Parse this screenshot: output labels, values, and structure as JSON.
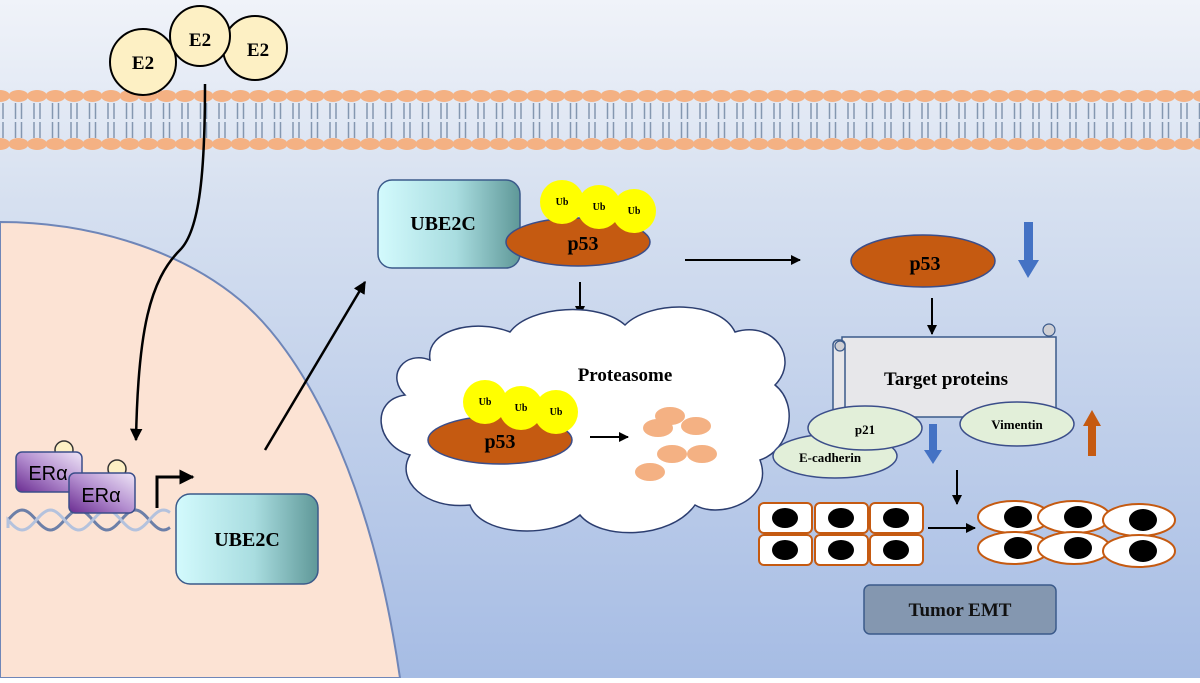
{
  "diagram": {
    "ligands": [
      "E2",
      "E2",
      "E2"
    ],
    "receptors": [
      "ERα",
      "ERα"
    ],
    "gene_box": "UBE2C",
    "enzyme_box": "UBE2C",
    "p53_ubiquitinated": {
      "label": "p53",
      "ub": [
        "Ub",
        "Ub",
        "Ub"
      ]
    },
    "proteasome": {
      "title": "Proteasome",
      "p53_label": "p53",
      "ub": [
        "Ub",
        "Ub",
        "Ub"
      ]
    },
    "p53_free": "p53",
    "target_scroll": "Target proteins",
    "targets": {
      "p21": "p21",
      "ecadherin": "E-cadherin",
      "vimentin": "Vimentin"
    },
    "outcome": "Tumor EMT",
    "colors": {
      "bg_top": "#eef2f9",
      "bg_bottom": "#aabfe3",
      "nucleus": "#fce2d3",
      "membrane_head": "#f4b183",
      "p53": "#c55a11",
      "ub": "#ffff00",
      "ube2c_light": "#cdf7fb",
      "ube2c_dark": "#5d9b9b",
      "down_arrow": "#4472c4",
      "up_arrow": "#c55a11",
      "target_oval": "#e2efd9",
      "emt_box": "#8497b0",
      "cell_border": "#c55a11"
    }
  }
}
